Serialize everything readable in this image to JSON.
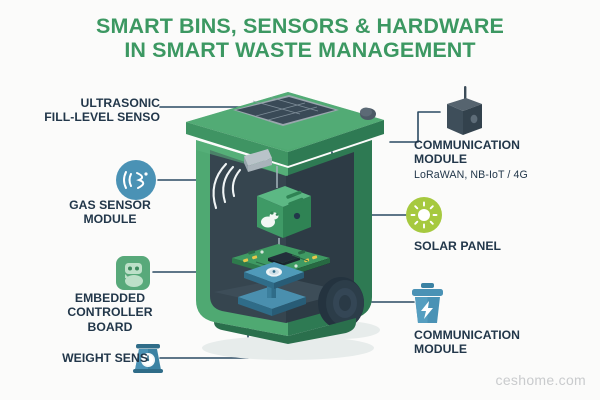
{
  "title": {
    "line1": "SMART BINS, SENSORS & HARDWARE",
    "line2": "IN SMART WASTE MANAGEMENT"
  },
  "watermark": "ceshome.com",
  "colors": {
    "background": "#fbfbfa",
    "title_green": "#3c9862",
    "label_navy": "#22374a",
    "connector_navy": "#2b4a63",
    "bin_green_light": "#4fa972",
    "bin_green_mid": "#3f9463",
    "bin_green_dark": "#2e7a53",
    "bin_interior": "#36454f",
    "icon_blue": "#4a92b5",
    "icon_blue_dark": "#2d6d8c",
    "icon_green": "#58a97a",
    "icon_lime": "#a6c93f",
    "icon_slate": "#475a66",
    "pcb_green": "#3f9a63",
    "wheel_navy": "#24333f",
    "watermark_gray": "#c9cbcd"
  },
  "callouts": [
    {
      "id": "ultrasonic-fill-level-sensor",
      "label": "ULTRASONIC\nFILL-LEVEL SENSO",
      "line1": "ULTRASONIC",
      "line2": "FILL-LEVEL SENSO",
      "sub": "",
      "icon": "none",
      "side": "left"
    },
    {
      "id": "gas-sensor-module",
      "label": "GAS SENSOR\nMODULE",
      "line1": "GAS SENSOR",
      "line2": "MODULE",
      "sub": "",
      "icon": "gas-wave-icon",
      "side": "left"
    },
    {
      "id": "embedded-controller-board",
      "label": "EMBEDDED\nCONTROLLER\nBOARD",
      "line1": "EMBEDDED",
      "line2": "CONTROLLER",
      "line3": "BOARD",
      "sub": "",
      "icon": "microcontroller-icon",
      "side": "left"
    },
    {
      "id": "weight-sensor",
      "label": "WEIGHT SENS",
      "line1": "WEIGHT SENS",
      "sub": "",
      "icon": "weight-scale-icon",
      "side": "left"
    },
    {
      "id": "communication-module-top",
      "label": "COMMUNICATION\nMODULE",
      "line1": "COMMUNICATION",
      "line2": "MODULE",
      "sub": "LoRaWAN, NB-IoT / 4G",
      "icon": "radio-transmitter-icon",
      "side": "right"
    },
    {
      "id": "solar-panel",
      "label": "SOLAR PANEL",
      "line1": "SOLAR PANEL",
      "sub": "",
      "icon": "sun-icon",
      "side": "right"
    },
    {
      "id": "communication-module-bottom",
      "label": "COMMUNICATION\nMODULE",
      "line1": "COMMUNICATION",
      "line2": "MODULE",
      "sub": "",
      "icon": "smart-bin-bolt-icon",
      "side": "right"
    }
  ],
  "illustration": {
    "name": "smart-waste-bin-cutaway",
    "components": [
      "solar-panel-on-lid",
      "ultrasonic-sensor",
      "gas-sensor-cube",
      "controller-pcb",
      "weight-sensor-platform",
      "bin-wheel"
    ]
  }
}
